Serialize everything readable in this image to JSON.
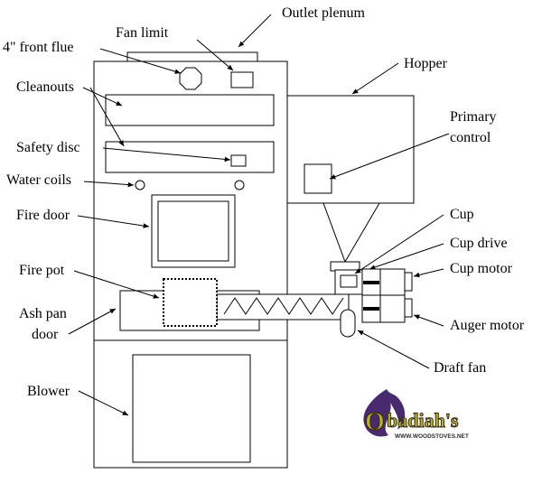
{
  "labels": {
    "outlet_plenum": "Outlet plenum",
    "fan_limit": "Fan limit",
    "front_flue": "4\" front flue",
    "hopper": "Hopper",
    "cleanouts": "Cleanouts",
    "primary_control_line1": "Primary",
    "primary_control_line2": "control",
    "safety_disc": "Safety disc",
    "water_coils": "Water coils",
    "cup": "Cup",
    "fire_door": "Fire door",
    "cup_drive": "Cup drive",
    "fire_pot": "Fire pot",
    "cup_motor": "Cup motor",
    "ash_pan_door_line1": "Ash pan",
    "ash_pan_door_line2": "door",
    "auger_motor": "Auger motor",
    "draft_fan": "Draft fan",
    "blower": "Blower"
  },
  "logo": {
    "name": "badiah's",
    "initial": "O",
    "url": "WWW.WOODSTOVES.NET",
    "colors": {
      "flame": "#4a2a6e",
      "text_fill": "#b5b52a",
      "text_stroke": "#3b2a14",
      "url": "#2d2d2d"
    }
  }
}
